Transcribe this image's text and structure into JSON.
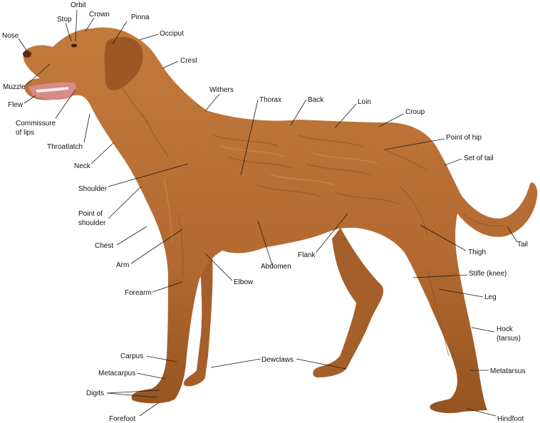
{
  "diagram": {
    "colors": {
      "coat": "#b36a32",
      "coat_dark": "#8a4a1f",
      "coat_light": "#cf8a4e",
      "mouth": "#d98a8a",
      "line": "#1a1a1a"
    },
    "labels": {
      "orbit": "Orbit",
      "stop": "Stop",
      "crown": "Crown",
      "pinna": "Pinna",
      "occiput": "Occiput",
      "nose": "Nose",
      "crest": "Crest",
      "muzzle": "Muzzle",
      "flew": "Flew",
      "commissure_1": "Commissure",
      "commissure_2": "of lips",
      "throatlatch": "Throatlatch",
      "withers": "Withers",
      "thorax": "Thorax",
      "back": "Back",
      "loin": "Loin",
      "croup": "Croup",
      "point_of_hip": "Point of hip",
      "set_of_tail": "Set of tail",
      "neck": "Neck",
      "shoulder": "Shoulder",
      "point_of_shoulder_1": "Point of",
      "point_of_shoulder_2": "shoulder",
      "chest": "Chest",
      "tail": "Tail",
      "thigh": "Thigh",
      "flank": "Flank",
      "arm": "Arm",
      "abdomen": "Abdomen",
      "stifle": "Stifle (knee)",
      "elbow": "Elbow",
      "forearm": "Forearm",
      "leg": "Leg",
      "hock_1": "Hock",
      "hock_2": "(tarsus)",
      "carpus": "Carpus",
      "dewclaws": "Dewclaws",
      "metacarpus": "Metacarpus",
      "metatarsus": "Metatarsus",
      "digits": "Digits",
      "forefoot": "Forefoot",
      "hindfoot": "Hindfoot"
    }
  }
}
